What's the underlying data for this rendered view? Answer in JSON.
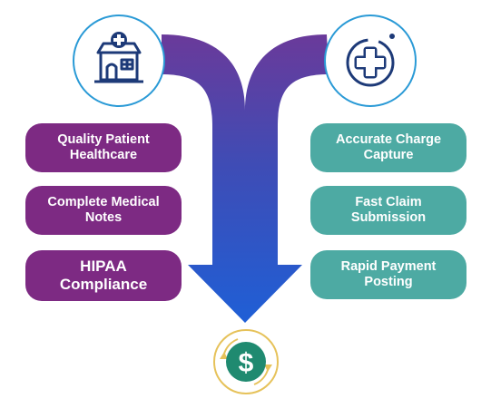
{
  "left_items": [
    {
      "label": "Quality Patient Healthcare"
    },
    {
      "label": "Complete Medical Notes"
    },
    {
      "label": "HIPAA Compliance"
    }
  ],
  "right_items": [
    {
      "label": "Accurate Charge Capture"
    },
    {
      "label": "Fast Claim Submission"
    },
    {
      "label": "Rapid Payment Posting"
    }
  ],
  "icons": {
    "top_left": "hospital-icon",
    "top_right": "medical-cross-icon",
    "bottom": "dollar-cycle-icon"
  },
  "colors": {
    "left_pill": "#7d2a83",
    "right_pill": "#4daaa3",
    "arrow_top": "#6a3a9a",
    "arrow_bottom": "#1f5fd6",
    "icon_navy": "#1d3a78",
    "dollar_green": "#1f8a70",
    "ring_gold": "#e6c25a"
  }
}
